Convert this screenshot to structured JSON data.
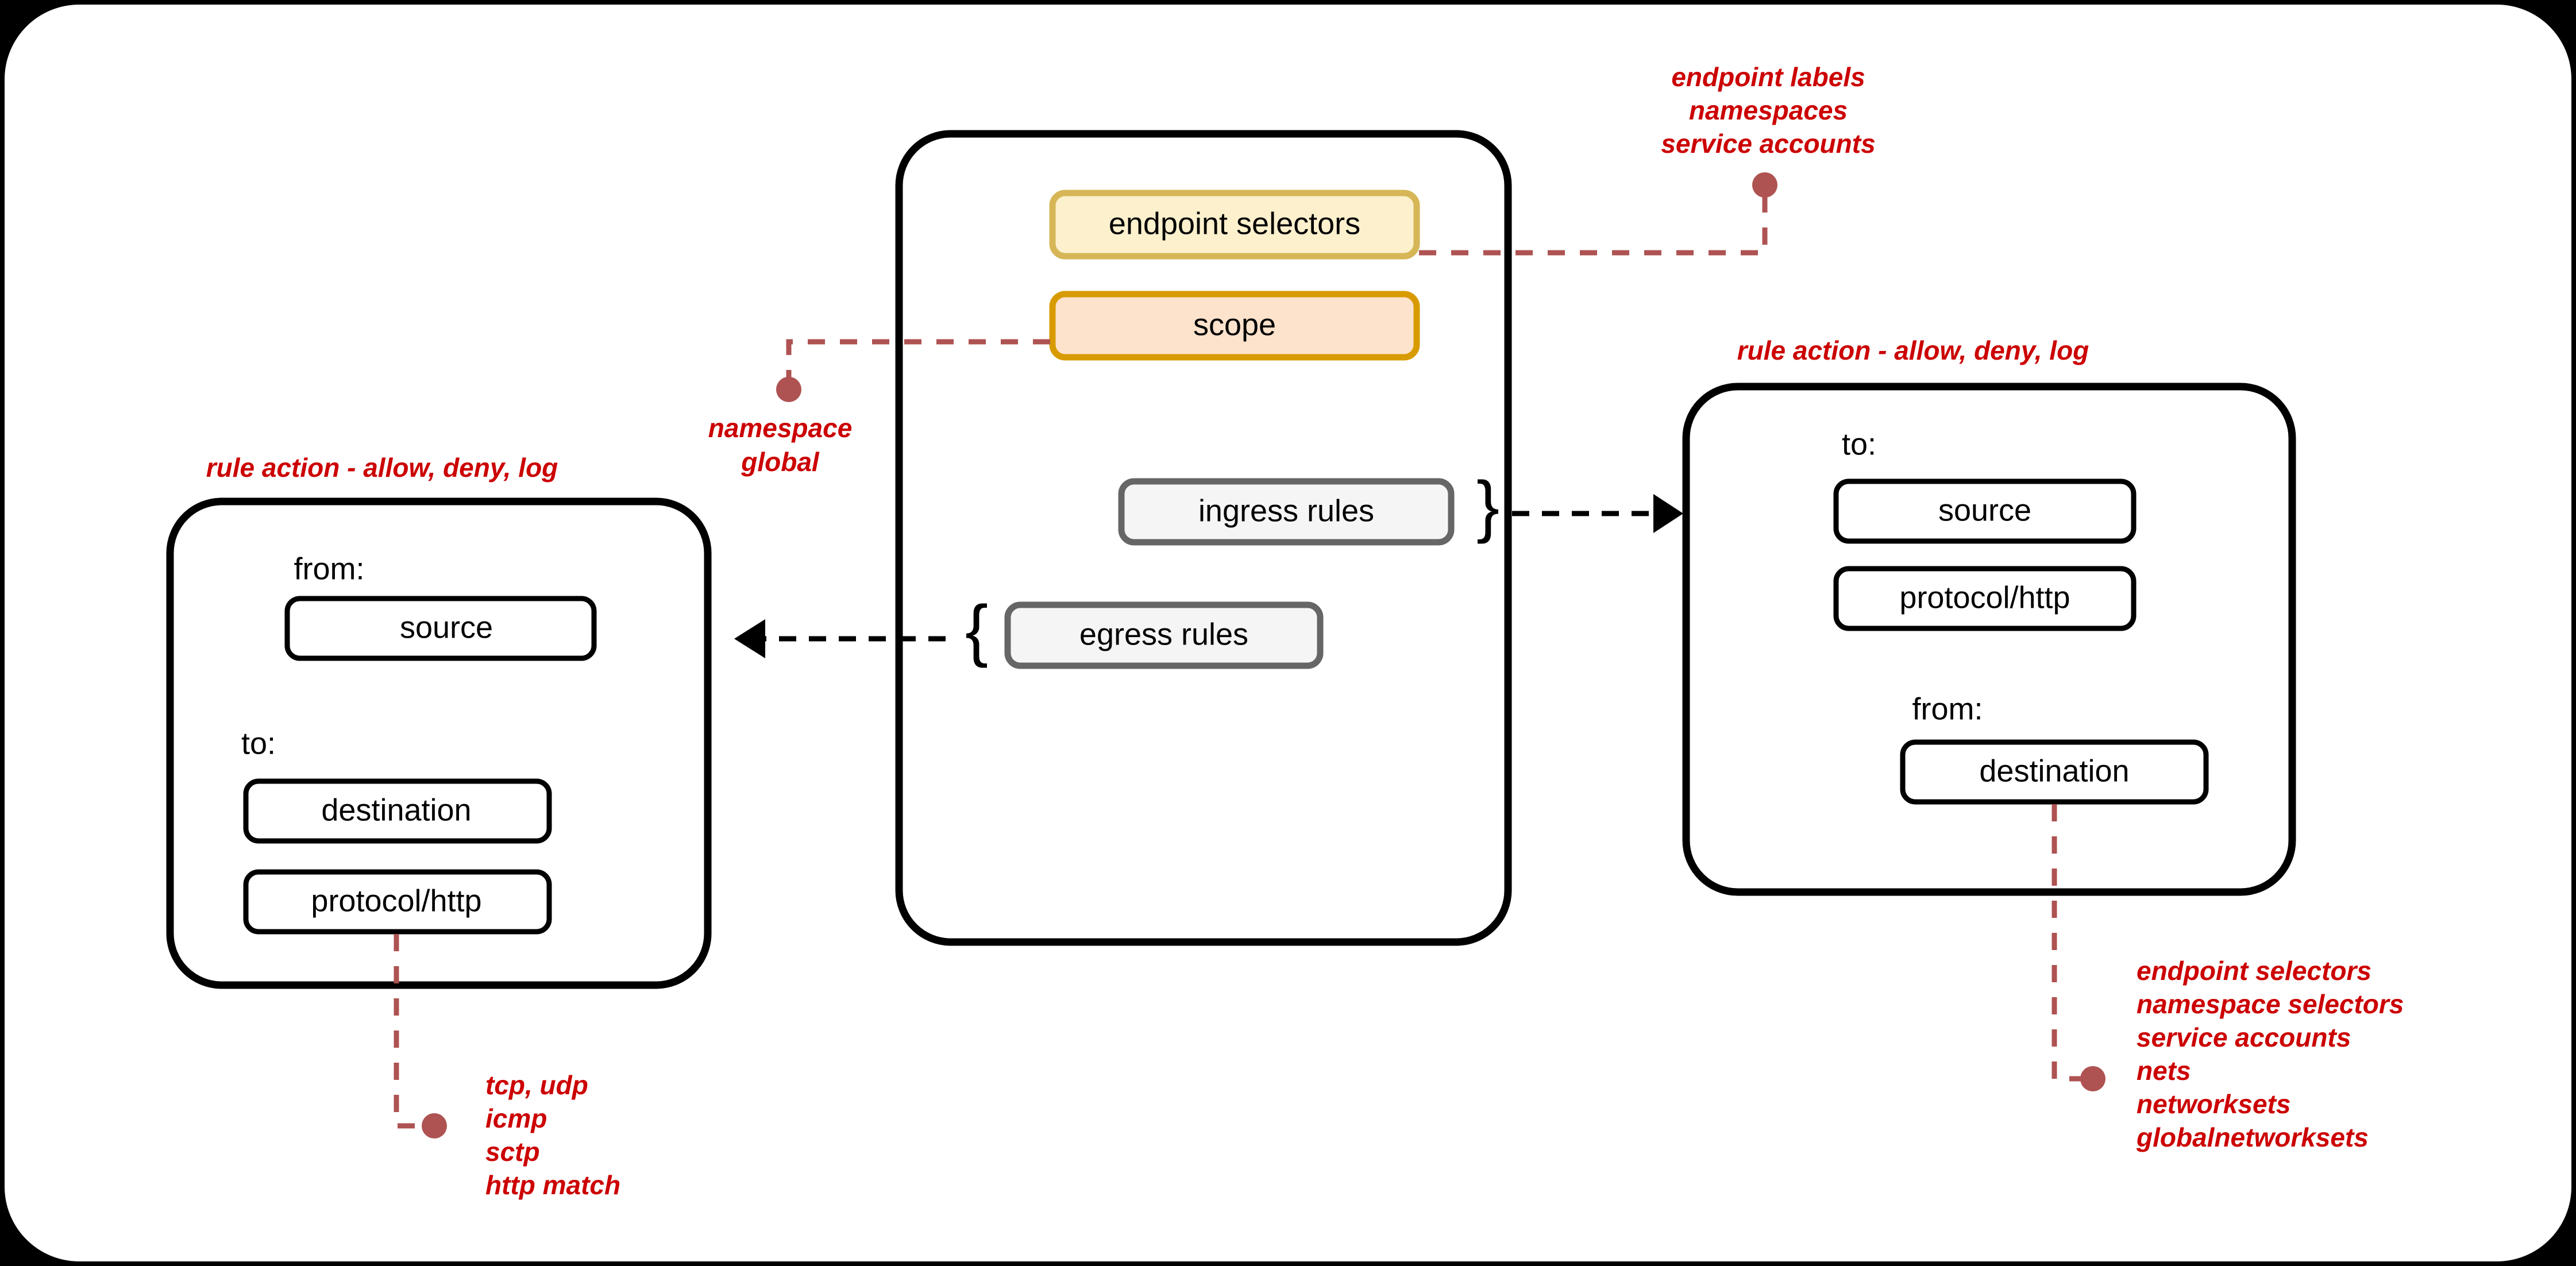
{
  "canvas": {
    "background": "#000000",
    "surface": "#ffffff"
  },
  "colors": {
    "annotation_red": "#CC0000",
    "connector_red": "#AE5352",
    "endpoint_selectors_fill": "#FCF0CD",
    "endpoint_selectors_stroke": "#D6B656",
    "scope_fill": "#FDE2CC",
    "scope_stroke": "#D79B00",
    "rules_fill": "#F5F5F5",
    "rules_stroke": "#666666",
    "box_stroke": "#000000"
  },
  "center_panel": {
    "name": "policy-container",
    "boxes": [
      {
        "id": "endpoint-selectors",
        "label": "endpoint selectors"
      },
      {
        "id": "scope",
        "label": "scope"
      },
      {
        "id": "ingress-rules",
        "label": "ingress rules"
      },
      {
        "id": "egress-rules",
        "label": "egress rules"
      }
    ],
    "braces": {
      "ingress": "}",
      "egress": "{"
    }
  },
  "left_panel": {
    "title": "rule action - allow, deny, log",
    "groups": [
      {
        "heading": "from:",
        "items": [
          "source"
        ]
      },
      {
        "heading": "to:",
        "items": [
          "destination",
          "protocol/http"
        ]
      }
    ]
  },
  "right_panel": {
    "title": "rule action - allow, deny, log",
    "groups": [
      {
        "heading": "to:",
        "items": [
          "source",
          "protocol/http"
        ]
      },
      {
        "heading": "from:",
        "items": [
          "destination"
        ]
      }
    ]
  },
  "annotations": {
    "endpoint_selectors": {
      "id": "annotation-endpoint-selectors",
      "lines": [
        "endpoint labels",
        "namespaces",
        "service accounts"
      ]
    },
    "scope": {
      "id": "annotation-scope",
      "lines": [
        "namespace",
        "global"
      ]
    },
    "protocol_left": {
      "id": "annotation-protocols",
      "lines": [
        "tcp, udp",
        "icmp",
        "sctp",
        "http match"
      ]
    },
    "destination_right": {
      "id": "annotation-destination-selectors",
      "lines": [
        "endpoint selectors",
        "namespace selectors",
        "service accounts",
        "nets",
        "networksets",
        "globalnetworksets"
      ]
    }
  }
}
